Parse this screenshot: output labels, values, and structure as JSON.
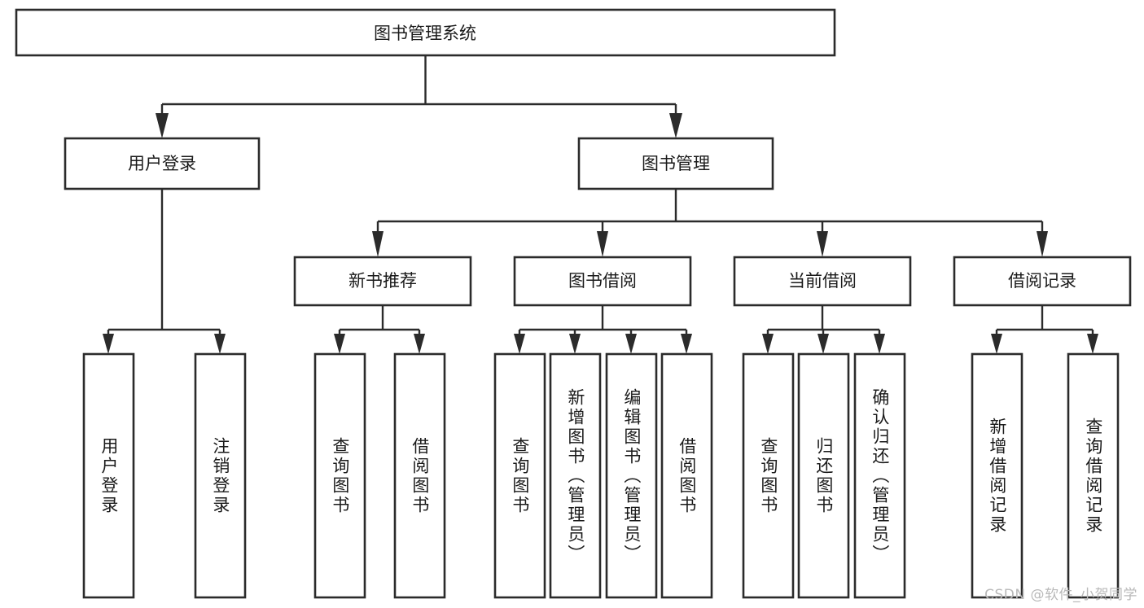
{
  "diagram": {
    "type": "hierarchy-tree",
    "title_node": {
      "label": "图书管理系统"
    },
    "level2": [
      {
        "id": "user-login",
        "label": "用户登录"
      },
      {
        "id": "book-management",
        "label": "图书管理"
      }
    ],
    "level3": [
      {
        "id": "new-book-recommend",
        "label": "新书推荐",
        "parent": "book-management"
      },
      {
        "id": "book-borrow",
        "label": "图书借阅",
        "parent": "book-management"
      },
      {
        "id": "current-borrow",
        "label": "当前借阅",
        "parent": "book-management"
      },
      {
        "id": "borrow-record",
        "label": "借阅记录",
        "parent": "book-management"
      }
    ],
    "leaves": {
      "user-login": [
        {
          "id": "leaf-user-login",
          "label": "用户登录"
        },
        {
          "id": "leaf-logout-login",
          "label": "注销登录"
        }
      ],
      "new-book-recommend": [
        {
          "id": "leaf-query-book-1",
          "label": "查询图书"
        },
        {
          "id": "leaf-borrow-book-1",
          "label": "借阅图书"
        }
      ],
      "book-borrow": [
        {
          "id": "leaf-query-book-2",
          "label": "查询图书"
        },
        {
          "id": "leaf-add-book",
          "label": "新增图书（管理员）"
        },
        {
          "id": "leaf-edit-book",
          "label": "编辑图书（管理员）"
        },
        {
          "id": "leaf-borrow-book-2",
          "label": "借阅图书"
        }
      ],
      "current-borrow": [
        {
          "id": "leaf-query-book-3",
          "label": "查询图书"
        },
        {
          "id": "leaf-return-book",
          "label": "归还图书"
        },
        {
          "id": "leaf-confirm-return",
          "label": "确认归还（管理员）"
        }
      ],
      "borrow-record": [
        {
          "id": "leaf-add-record",
          "label": "新增借阅记录"
        },
        {
          "id": "leaf-query-record",
          "label": "查询借阅记录"
        }
      ]
    }
  },
  "watermark": {
    "text": "CSDN @软件_小贺同学"
  },
  "colors": {
    "stroke": "#2b2b2b",
    "box_fill": "#ffffff",
    "text": "#1a1a1a",
    "background": "#ffffff",
    "watermark": "#b9b9b9"
  }
}
